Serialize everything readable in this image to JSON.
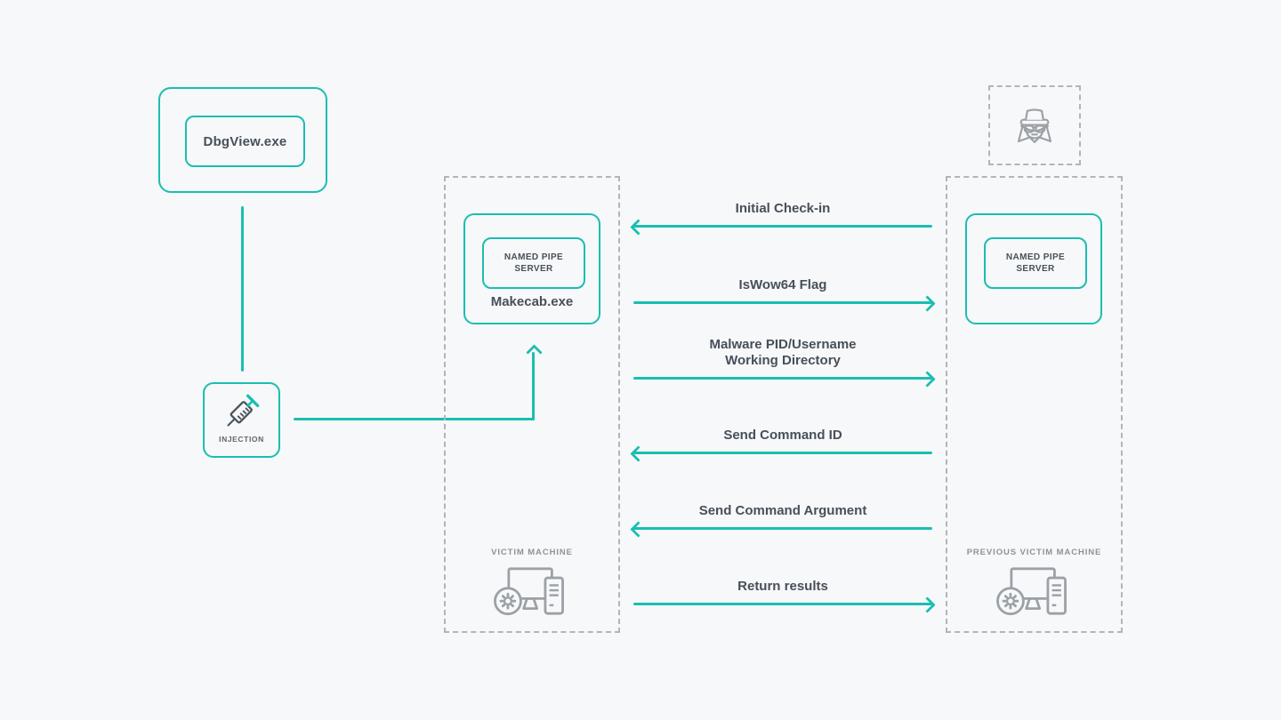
{
  "palette": {
    "accent_teal": "#1abeb2",
    "dash_gray": "#b2b5b8",
    "icon_gray": "#9ba1a7",
    "text_dark": "#475059",
    "text_gray": "#8d9399",
    "background": "#f7f8f9"
  },
  "debugger": {
    "label": "DbgView.exe"
  },
  "injection": {
    "label": "INJECTION",
    "icon": "syringe-icon"
  },
  "victim": {
    "pipe_server_label": "NAMED PIPE SERVER",
    "process_label": "Makecab.exe",
    "machine_label": "VICTIM MACHINE",
    "machine_icon": "computer-gear-icon"
  },
  "previous_victim": {
    "pipe_server_label": "NAMED PIPE SERVER",
    "machine_label": "PREVIOUS VICTIM MACHINE",
    "machine_icon": "computer-gear-icon",
    "attacker_icon": "spy-icon"
  },
  "messages": [
    {
      "label": "Initial Check-in",
      "direction": "left"
    },
    {
      "label": "IsWow64 Flag",
      "direction": "right"
    },
    {
      "label": "Malware PID/Username\nWorking Directory",
      "direction": "right"
    },
    {
      "label": "Send Command ID",
      "direction": "left"
    },
    {
      "label": "Send Command Argument",
      "direction": "left"
    },
    {
      "label": "Return results",
      "direction": "right"
    }
  ]
}
